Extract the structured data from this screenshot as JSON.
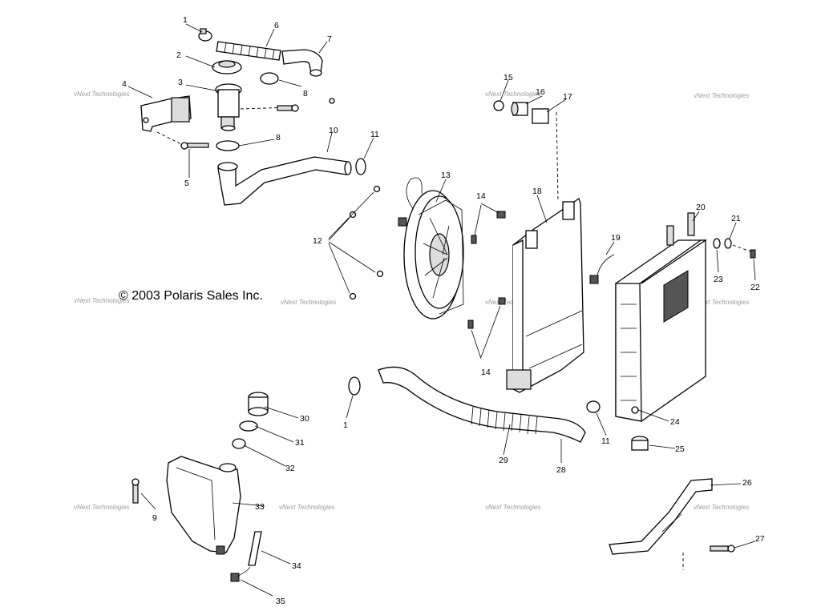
{
  "copyright": "© 2003 Polaris Sales Inc.",
  "watermark": "vNext Technologies",
  "parts": [
    {
      "id": "p1",
      "text": "1"
    },
    {
      "id": "p2",
      "text": "2"
    },
    {
      "id": "p3",
      "text": "3"
    },
    {
      "id": "p4",
      "text": "4"
    },
    {
      "id": "p5",
      "text": "5"
    },
    {
      "id": "p6",
      "text": "6"
    },
    {
      "id": "p7",
      "text": "7"
    },
    {
      "id": "p8a",
      "text": "8"
    },
    {
      "id": "p8b",
      "text": "8"
    },
    {
      "id": "p9",
      "text": "9"
    },
    {
      "id": "p10",
      "text": "10"
    },
    {
      "id": "p11a",
      "text": "11"
    },
    {
      "id": "p11b",
      "text": "11"
    },
    {
      "id": "p1b",
      "text": "1"
    },
    {
      "id": "p12",
      "text": "12"
    },
    {
      "id": "p13",
      "text": "13"
    },
    {
      "id": "p14a",
      "text": "14"
    },
    {
      "id": "p14b",
      "text": "14"
    },
    {
      "id": "p15",
      "text": "15"
    },
    {
      "id": "p16",
      "text": "16"
    },
    {
      "id": "p17",
      "text": "17"
    },
    {
      "id": "p18",
      "text": "18"
    },
    {
      "id": "p19",
      "text": "19"
    },
    {
      "id": "p20",
      "text": "20"
    },
    {
      "id": "p21",
      "text": "21"
    },
    {
      "id": "p22",
      "text": "22"
    },
    {
      "id": "p23",
      "text": "23"
    },
    {
      "id": "p24",
      "text": "24"
    },
    {
      "id": "p25",
      "text": "25"
    },
    {
      "id": "p26",
      "text": "26"
    },
    {
      "id": "p27",
      "text": "27"
    },
    {
      "id": "p28",
      "text": "28"
    },
    {
      "id": "p29",
      "text": "29"
    },
    {
      "id": "p30",
      "text": "30"
    },
    {
      "id": "p31",
      "text": "31"
    },
    {
      "id": "p32",
      "text": "32"
    },
    {
      "id": "p33",
      "text": "33"
    },
    {
      "id": "p34",
      "text": "34"
    },
    {
      "id": "p35",
      "text": "35"
    }
  ]
}
